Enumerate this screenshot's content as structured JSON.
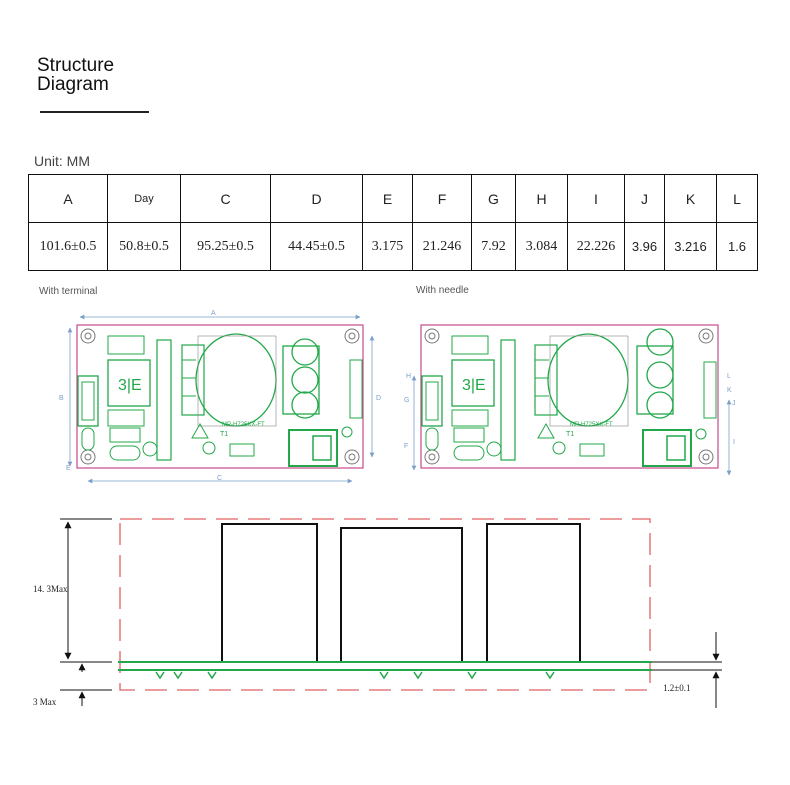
{
  "title": {
    "line1": "Structure",
    "line2": "Diagram"
  },
  "unit_label": "Unit: MM",
  "dimension_table": {
    "headers": [
      "A",
      "Day",
      "C",
      "D",
      "E",
      "F",
      "G",
      "H",
      "I",
      "J",
      "K",
      "L"
    ],
    "values": [
      "101.6±0.5",
      "50.8±0.5",
      "95.25±0.5",
      "44.45±0.5",
      "3.175",
      "21.246",
      "7.92",
      "3.084",
      "22.226",
      "3.96",
      "3.216",
      "1.6"
    ]
  },
  "board_left": {
    "caption": "With terminal",
    "model": "MP-H725XX-FT",
    "transformer": "T1",
    "dim_labels": {
      "a": "A",
      "b": "B",
      "c": "C",
      "d": "D",
      "e": "E"
    }
  },
  "board_right": {
    "caption": "With needle",
    "model": "MP-H725XX-FT",
    "transformer": "T1",
    "dim_labels": {
      "h": "H",
      "g": "G",
      "f": "F",
      "l": "L",
      "k": "K",
      "j": "J",
      "i": "I"
    }
  },
  "side_view": {
    "height_label": "14. 3Max",
    "bottom_label": "3 Max",
    "thickness_label": "1.2±0.1"
  },
  "colors": {
    "outline": "#c44a8a",
    "board": "#22a84a",
    "dashed": "#e06060",
    "dim": "#7aa0c8"
  }
}
